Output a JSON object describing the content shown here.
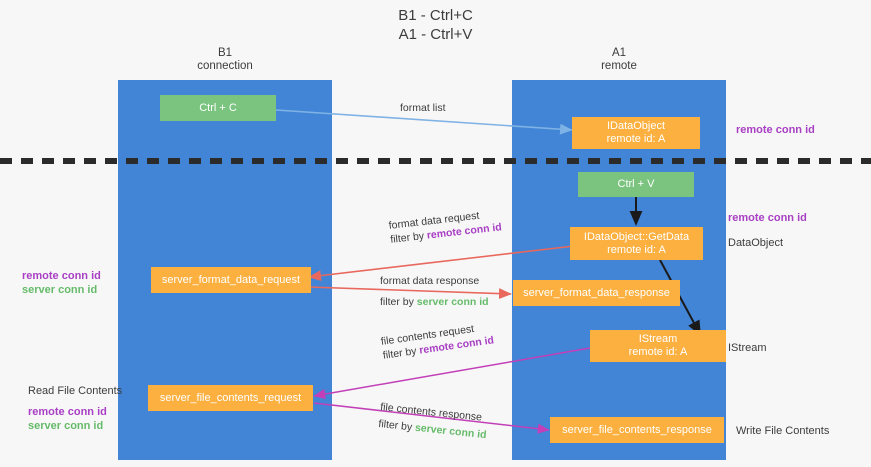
{
  "title": {
    "line1": "B1 - Ctrl+C",
    "line2": "A1 - Ctrl+V"
  },
  "columns": {
    "left": {
      "name": "B1",
      "role": "connection"
    },
    "right": {
      "name": "A1",
      "role": "remote"
    }
  },
  "nodes": {
    "ctrl_c": {
      "label": "Ctrl + C"
    },
    "idataobject": {
      "line1": "IDataObject",
      "line2": "remote id: A"
    },
    "ctrl_v": {
      "label": "Ctrl + V"
    },
    "getdata": {
      "line1": "IDataObject::GetData",
      "line2": "remote id: A"
    },
    "server_format_data_request": {
      "label": "server_format_data_request"
    },
    "server_format_data_response": {
      "label": "server_format_data_response"
    },
    "istream": {
      "line1": "IStream",
      "line2": "remote id: A"
    },
    "server_file_contents_request": {
      "label": "server_file_contents_request"
    },
    "server_file_contents_response": {
      "label": "server_file_contents_response"
    }
  },
  "edges": {
    "format_list": {
      "label": "format list"
    },
    "format_data_request": {
      "line1": "format data request",
      "filter_prefix": "filter by ",
      "filter_key": "remote conn id"
    },
    "format_data_response": {
      "line1": "format data response",
      "filter_prefix": "filter by ",
      "filter_key": "server conn id"
    },
    "file_contents_request": {
      "line1": "file contents request",
      "filter_prefix": "filter by ",
      "filter_key": "remote conn id"
    },
    "file_contents_response": {
      "line1": "file contents response",
      "filter_prefix": "filter by ",
      "filter_key": "server conn id"
    }
  },
  "annotations": {
    "right_top": {
      "text": "remote conn id"
    },
    "right_getdata_conn": {
      "text": "remote conn id"
    },
    "right_dataobject": {
      "text": "DataObject"
    },
    "right_istream": {
      "text": "IStream"
    },
    "right_write_file": {
      "text": "Write File Contents"
    },
    "left_mid": {
      "line1": "remote conn id",
      "line2": "server conn id"
    },
    "left_read_file": {
      "title": "Read File Contents",
      "line1": "remote conn id",
      "line2": "server conn id"
    }
  },
  "colors": {
    "lane": "#4285d6",
    "green_node": "#7ac47f",
    "orange_node": "#fbb040",
    "purple_text": "#a93fc4",
    "green_text": "#66bb6a",
    "blue_arrow": "#7fb2e5",
    "red_arrow": "#e8685d",
    "magenta_arrow": "#c23fb8",
    "black_arrow": "#1a1a1a",
    "background": "#f7f7f7"
  }
}
